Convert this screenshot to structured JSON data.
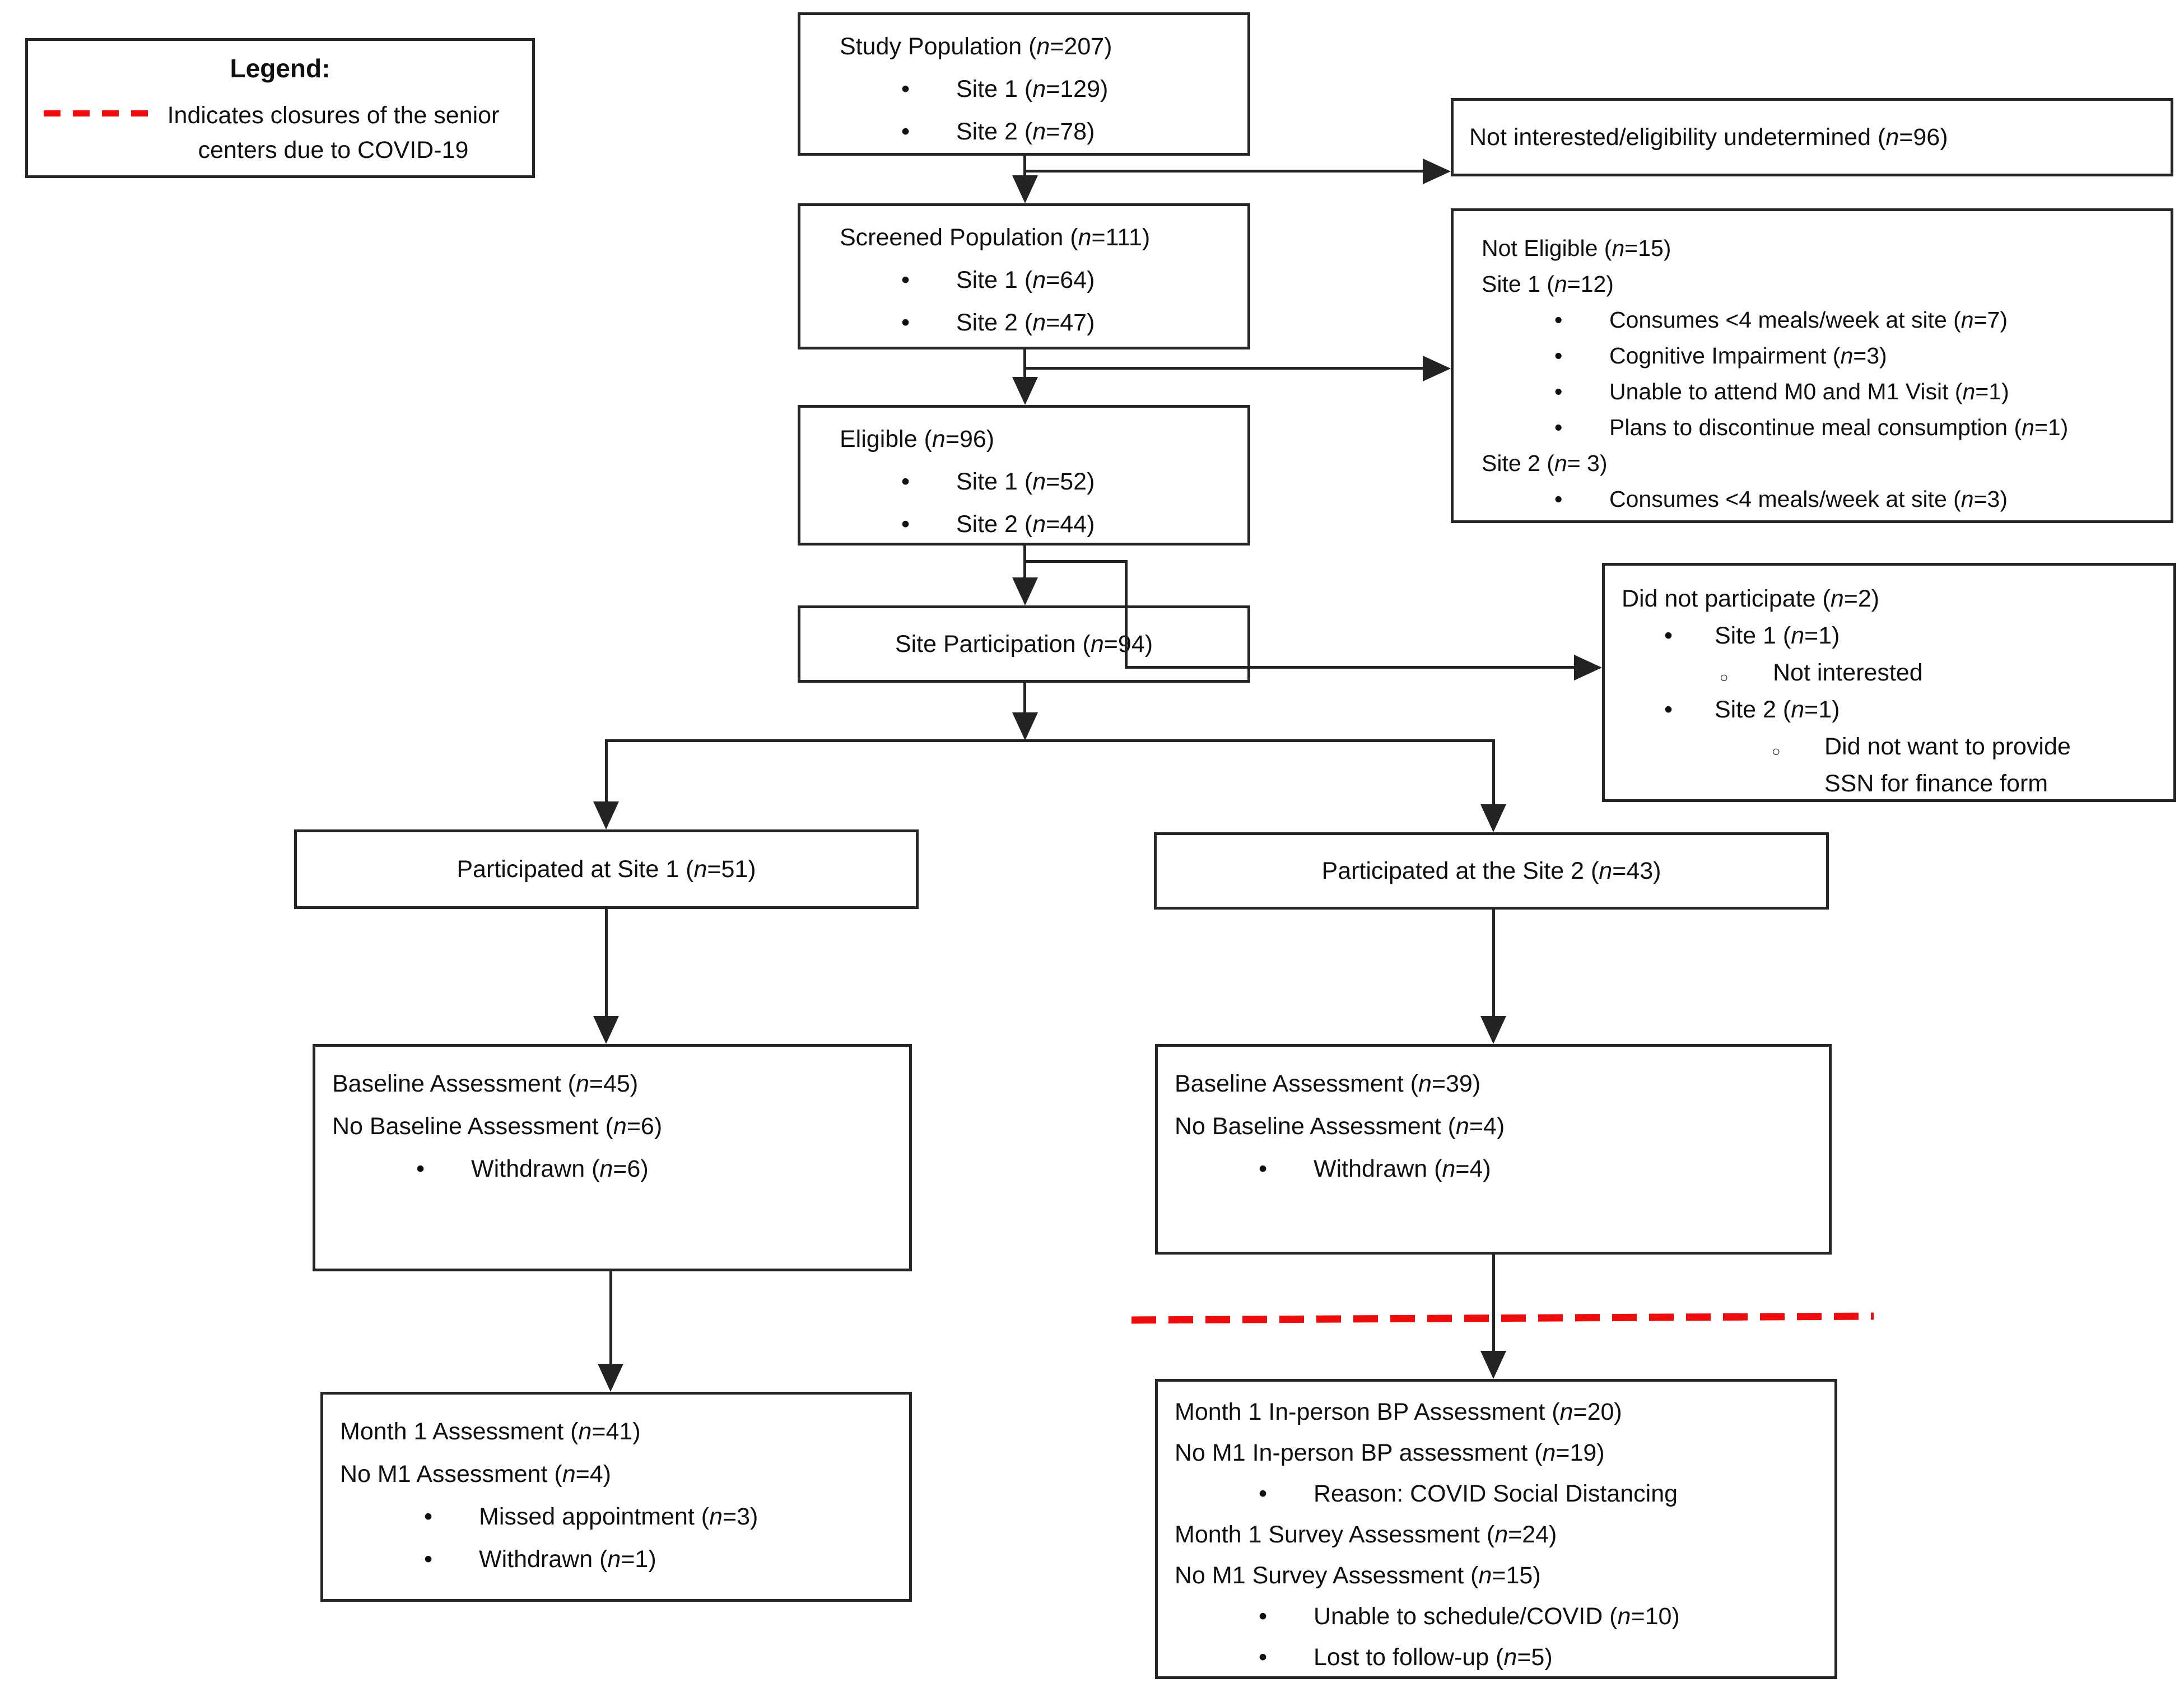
{
  "glyphs": {
    "bullet": "•",
    "circle": "○"
  },
  "colors": {
    "line": "#232323",
    "red_dashed": "#ee0c0c",
    "text": "#101010",
    "box_bg": "#ffffff"
  },
  "legend": {
    "title": "Legend:",
    "line1": "Indicates closures of the senior",
    "line2": "centers due to COVID-19"
  },
  "boxes": {
    "study_population": {
      "lines": [
        {
          "t": "Study Population (n=207)",
          "l": 0
        },
        {
          "t": "Site 1 (n=129)",
          "l": 1
        },
        {
          "t": "Site 2 (n=78)",
          "l": 1
        }
      ]
    },
    "not_interested": {
      "label": "Not interested/eligibility undetermined (n=96)"
    },
    "screened_population": {
      "lines": [
        {
          "t": "Screened Population (n=111)",
          "l": 0
        },
        {
          "t": "Site 1 (n=64)",
          "l": 1
        },
        {
          "t": "Site 2 (n=47)",
          "l": 1
        }
      ]
    },
    "not_eligible": {
      "lines": [
        {
          "t": "Not Eligible (n=15)",
          "l": 0
        },
        {
          "t": "Site 1 (n=12)",
          "l": 0
        },
        {
          "t": "Consumes <4 meals/week at site (n=7)",
          "l": 1
        },
        {
          "t": "Cognitive Impairment (n=3)",
          "l": 1
        },
        {
          "t": "Unable to attend M0 and M1 Visit (n=1)",
          "l": 1
        },
        {
          "t": "Plans to discontinue meal consumption (n=1)",
          "l": 1
        },
        {
          "t": "Site 2 (n= 3)",
          "l": 0
        },
        {
          "t": "Consumes <4 meals/week at site (n=3)",
          "l": 1
        }
      ]
    },
    "eligible": {
      "lines": [
        {
          "t": "Eligible (n=96)",
          "l": 0
        },
        {
          "t": "Site 1 (n=52)",
          "l": 1
        },
        {
          "t": "Site 2 (n=44)",
          "l": 1
        }
      ]
    },
    "did_not_participate": {
      "lines": [
        {
          "t": "Did not participate (n=2)",
          "l": 0
        },
        {
          "t": "Site 1 (n=1)",
          "l": 1
        },
        {
          "t": "Not interested",
          "l": 2
        },
        {
          "t": "Site 2 (n=1)",
          "l": 1
        },
        {
          "t": "Did not want to provide SSN for finance form",
          "l": 3
        }
      ]
    },
    "site_participation": {
      "label": "Site Participation (n=94)"
    },
    "participated_site1": {
      "label": "Participated at Site 1 (n=51)"
    },
    "participated_site2": {
      "label": "Participated at the Site 2 (n=43)"
    },
    "baseline_site1": {
      "lines": [
        {
          "t": "Baseline Assessment (n=45)",
          "l": 0
        },
        {
          "t": "No Baseline Assessment (n=6)",
          "l": 0
        },
        {
          "t": "Withdrawn (n=6)",
          "l": 1
        }
      ]
    },
    "baseline_site2": {
      "lines": [
        {
          "t": "Baseline Assessment (n=39)",
          "l": 0
        },
        {
          "t": "No Baseline Assessment (n=4)",
          "l": 0
        },
        {
          "t": "Withdrawn (n=4)",
          "l": 1
        }
      ]
    },
    "month1_site1": {
      "lines": [
        {
          "t": "Month 1 Assessment (n=41)",
          "l": 0
        },
        {
          "t": "No M1 Assessment (n=4)",
          "l": 0
        },
        {
          "t": "Missed appointment (n=3)",
          "l": 1
        },
        {
          "t": "Withdrawn (n=1)",
          "l": 1
        }
      ]
    },
    "month1_site2": {
      "lines": [
        {
          "t": "Month 1 In-person BP Assessment (n=20)",
          "l": 0
        },
        {
          "t": "No M1 In-person BP assessment (n=19)",
          "l": 0
        },
        {
          "t": "Reason: COVID Social Distancing",
          "l": 1
        },
        {
          "t": "Month 1 Survey Assessment (n=24)",
          "l": 0
        },
        {
          "t": "No M1 Survey Assessment (n=15)",
          "l": 0
        },
        {
          "t": "Unable to schedule/COVID (n=10)",
          "l": 1
        },
        {
          "t": "Lost to follow-up (n=5)",
          "l": 1
        }
      ]
    }
  }
}
